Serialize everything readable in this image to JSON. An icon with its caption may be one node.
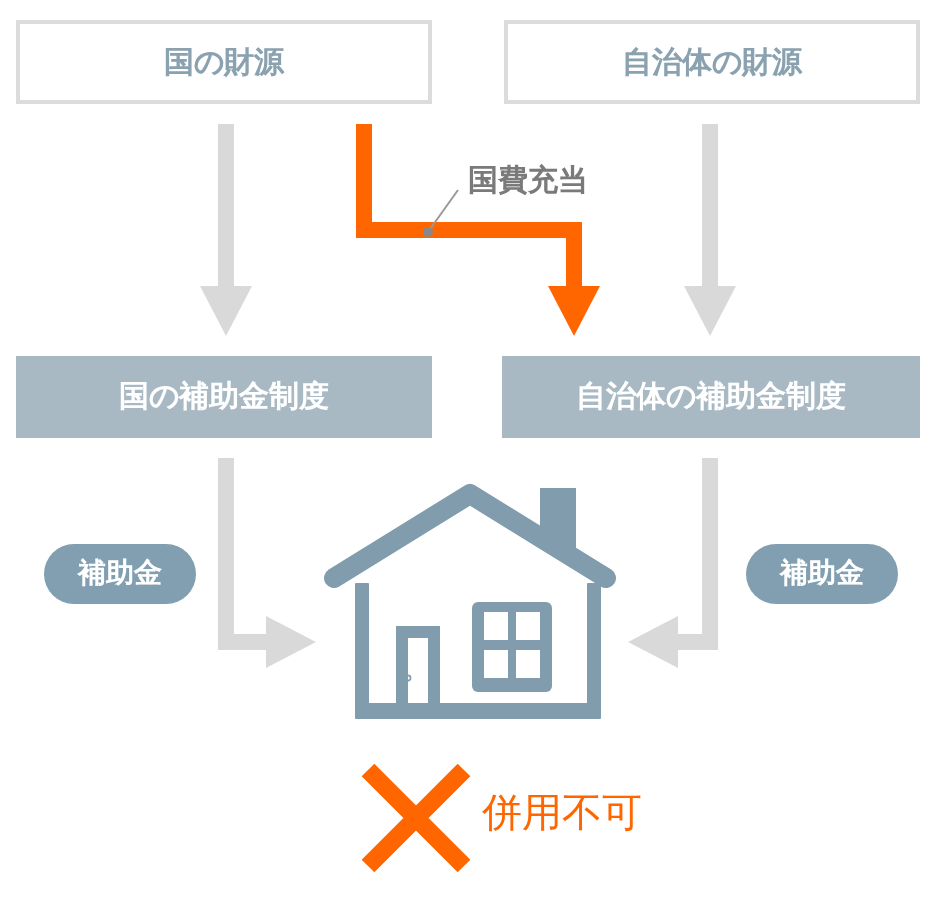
{
  "diagram": {
    "nodes": [
      {
        "text": [
          "国の財源"
        ]
      },
      {
        "text": [
          "自治体の財源"
        ]
      },
      {
        "text": [
          "国の補助金制度"
        ]
      },
      {
        "text": [
          "自治体の補助金制度"
        ]
      },
      {
        "text": [
          "補助金"
        ]
      },
      {
        "text": [],
        "shape": "picture"
      },
      {
        "text": [
          "補助金"
        ]
      }
    ],
    "edges": [
      {
        "from": 0,
        "to": 2,
        "arrow": "to"
      },
      {
        "from": 0,
        "to": 3,
        "arrow": "to",
        "label": "国費充当",
        "color": "#ff6600"
      },
      {
        "from": 1,
        "to": 3,
        "arrow": "to"
      },
      {
        "from": 2,
        "to": 5,
        "arrow": "to"
      },
      {
        "from": 3,
        "to": 5,
        "arrow": "to"
      }
    ],
    "labels": [
      "併用不可"
    ]
  }
}
